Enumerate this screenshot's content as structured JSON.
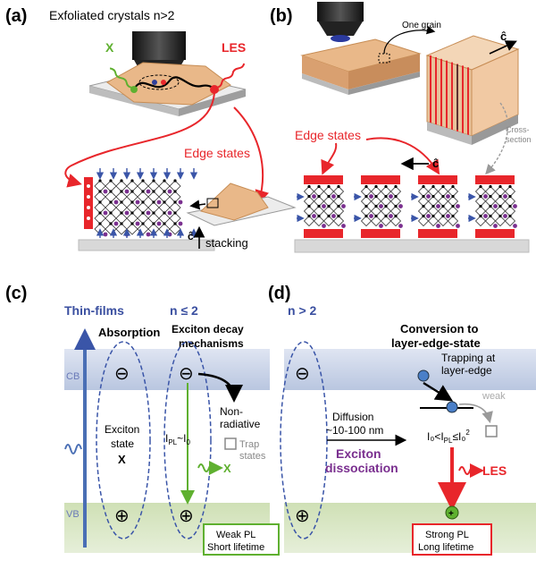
{
  "colors": {
    "red": "#e8262b",
    "blue_dark": "#2f3f9a",
    "blue_mid": "#4a6fb5",
    "green": "#5fb030",
    "purple": "#7a2f8f",
    "tan": "#e9b889",
    "gray": "#9a9a9a",
    "band_blue": "#c9d3e8",
    "band_green": "#d9e6c4"
  },
  "panel_a": {
    "tag": "(a)",
    "title": "Exfoliated crystals n>2",
    "x_label": "X",
    "les_label": "LES",
    "edge_states": "Edge states",
    "c_axis": "ĉ",
    "stacking": "stacking"
  },
  "panel_b": {
    "tag": "(b)",
    "one_grain": "One grain",
    "c_axis_top": "ĉ",
    "edge_states": "Edge states",
    "cross_section_1": "Cross-",
    "cross_section_2": "section",
    "c_axis_bottom": "ĉ"
  },
  "panel_c": {
    "tag": "(c)",
    "thin_films": "Thin-films",
    "absorption": "Absorption",
    "cb": "CB",
    "vb": "VB",
    "exciton_1": "Exciton",
    "exciton_2": "state",
    "exciton_3": "X",
    "n_label": "n ≤ 2",
    "decay_1": "Exciton decay",
    "decay_2": "mechanisms",
    "nonrad_1": "Non-",
    "nonrad_2": "radiative",
    "trap_1": "Trap",
    "trap_2": "states",
    "ipl_eq": "I",
    "ipl_sub": "PL",
    "ipl_rest": "~I",
    "ipl_zero": "0",
    "x_emit": "X",
    "weak_1": "Weak PL",
    "weak_2": "Short lifetime",
    "minus": "⊖",
    "plus": "⊕"
  },
  "panel_d": {
    "tag": "(d)",
    "n_label": "n > 2",
    "conv_1": "Conversion to",
    "conv_2": "layer-edge-state",
    "diff_1": "Diffusion",
    "diff_2": "~10-100 nm",
    "diss_1": "Exciton",
    "diss_2": "dissociation",
    "trap_1": "Trapping at",
    "trap_2": "layer-edge",
    "weak": "weak",
    "ineq": "I₀<I",
    "ineq_sub": "PL",
    "ineq_rest": "≤I₀",
    "ineq_sup": "2",
    "les": "LES",
    "strong_1": "Strong PL",
    "strong_2": "Long lifetime"
  }
}
